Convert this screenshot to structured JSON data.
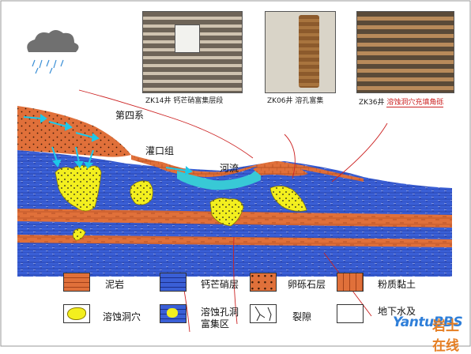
{
  "photos": [
    {
      "caption": "ZK14井  钙芒硝富集层段"
    },
    {
      "caption": "ZK06井    溶孔富集"
    },
    {
      "caption_prefix": "ZK36井",
      "caption_marked": "溶蚀洞穴充填角砾"
    }
  ],
  "labels": {
    "quaternary": "第四系",
    "guankou": "灌口组",
    "river": "河流"
  },
  "legend": [
    {
      "icon": "mudstone-swatch",
      "label": "泥岩"
    },
    {
      "icon": "glauberite-swatch",
      "label": "钙芒硝层"
    },
    {
      "icon": "conglomerate-swatch",
      "label": "卵砾石层"
    },
    {
      "icon": "silty-clay-swatch",
      "label": "粉质黏土"
    },
    {
      "icon": "cave-swatch",
      "label": "溶蚀洞穴"
    },
    {
      "icon": "pore-swatch",
      "label": "溶蚀孔洞",
      "label2": "富集区"
    },
    {
      "icon": "fracture-swatch",
      "label": "裂隙"
    },
    {
      "icon": "groundwater-swatch",
      "label": "地下水及"
    }
  ],
  "watermark": {
    "brand": "YantuBBS",
    "cn": "岩土在线"
  },
  "colors": {
    "mudstone": "#e0703a",
    "glauberite": "#3a5fd6",
    "water": "#38c9d6",
    "cave": "#f3ef1e",
    "arrow": "#1ec8e8"
  }
}
